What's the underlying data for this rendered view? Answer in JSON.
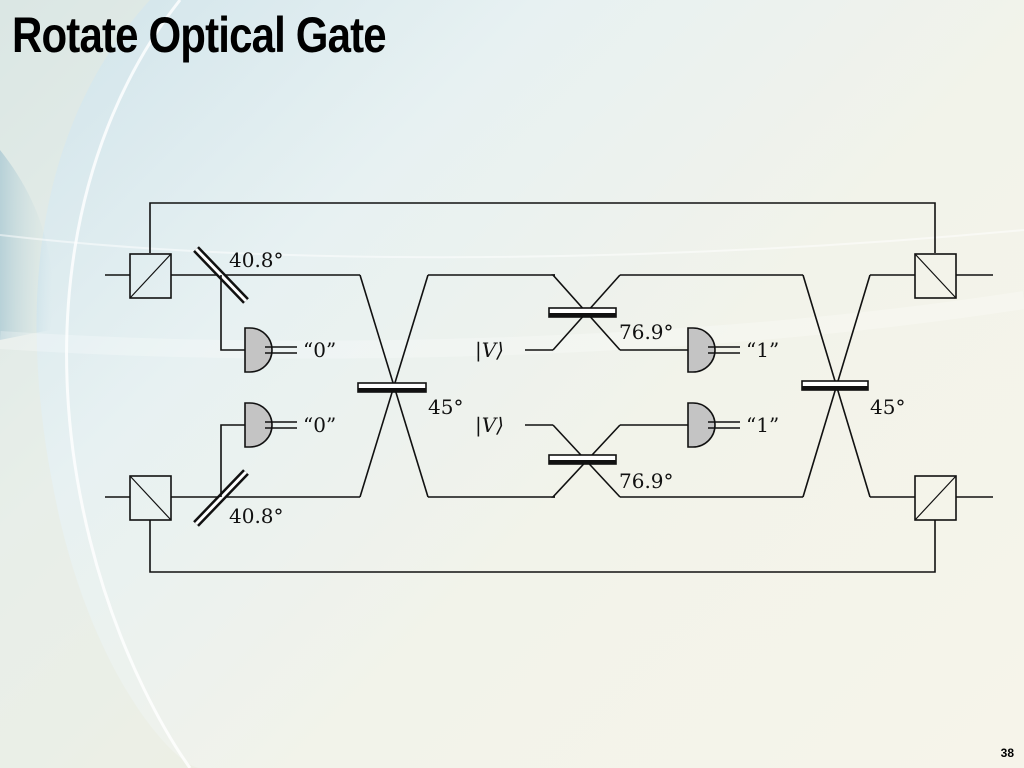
{
  "slide": {
    "title": "Rotate Optical Gate",
    "page_number": "38"
  },
  "diagram": {
    "labels": {
      "mirror_top_angle": "40.8°",
      "mirror_bottom_angle": "40.8°",
      "detector_top_left": "“0”",
      "detector_bottom_left": "“0”",
      "center_beamsplitter_angle": "45°",
      "ket_top": "|V⟩",
      "ket_bottom": "|V⟩",
      "inner_top_angle": "76.9°",
      "inner_bottom_angle": "76.9°",
      "detector_top_right": "“1”",
      "detector_bottom_right": "“1”",
      "right_beamsplitter_angle": "45°"
    },
    "colors": {
      "detector_fill": "#c4c4c4",
      "line": "#111111"
    }
  }
}
